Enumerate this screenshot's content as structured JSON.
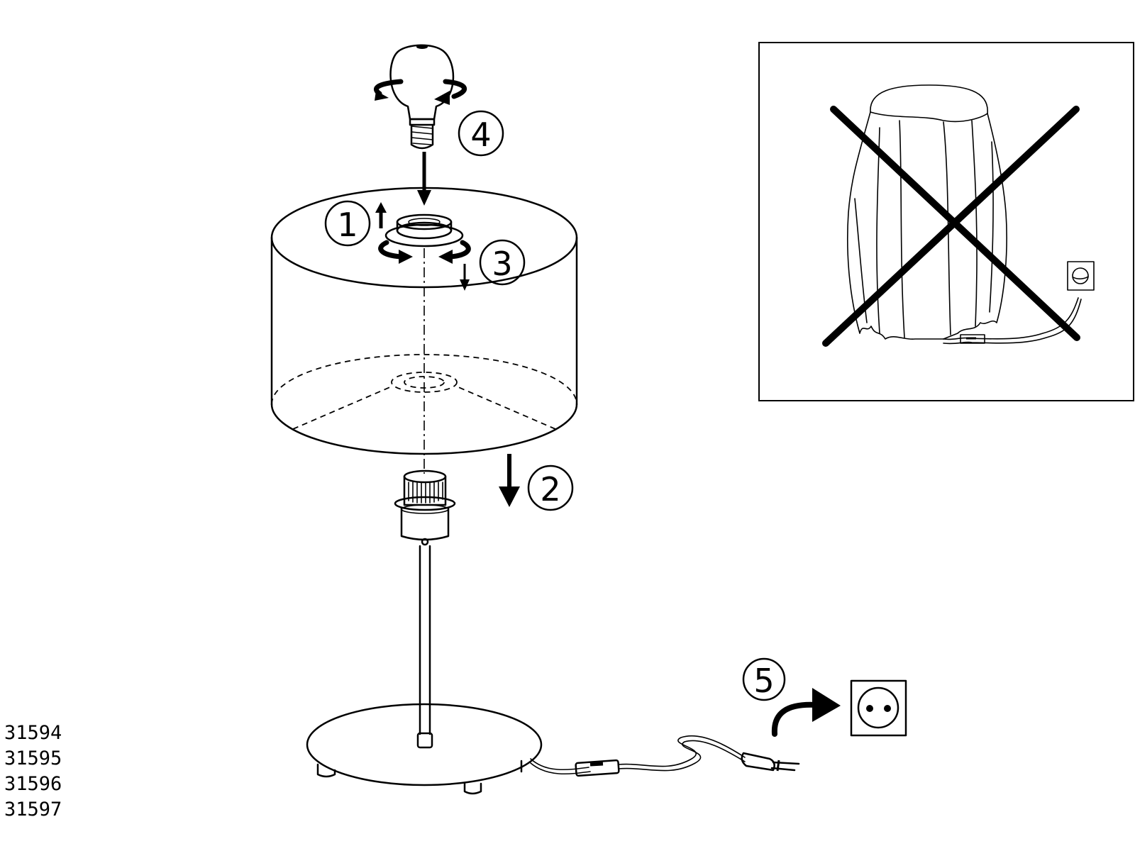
{
  "steps": [
    "1",
    "2",
    "3",
    "4",
    "5"
  ],
  "model_numbers": [
    "31594",
    "31595",
    "31596",
    "31597"
  ],
  "warning_panel": {
    "meaning": "do-not-cover-lamp"
  }
}
